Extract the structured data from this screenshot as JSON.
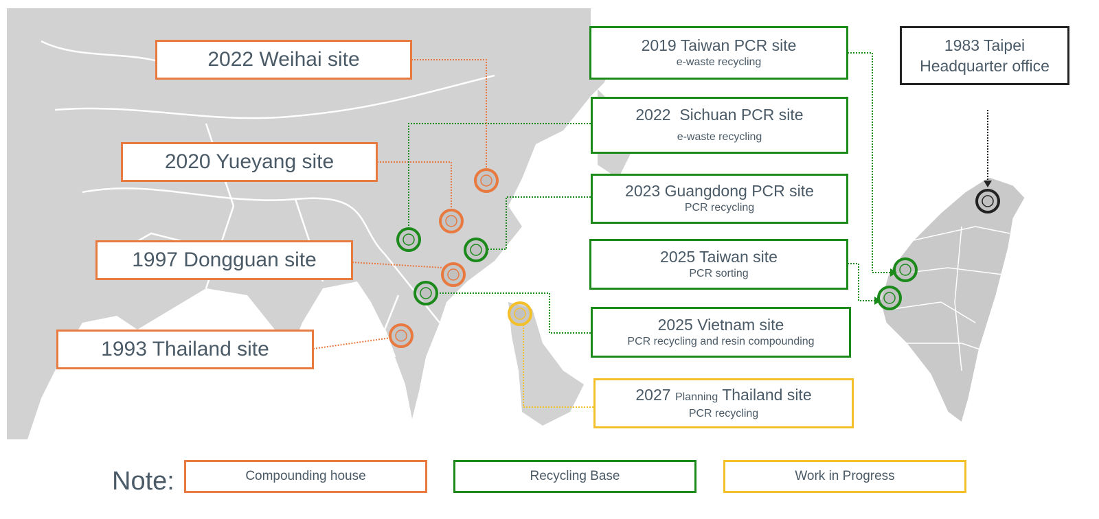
{
  "colors": {
    "compounding": "#e8793f",
    "recycling": "#1b8a1b",
    "wip": "#f4c02a",
    "hq": "#222222",
    "land": "#d2d2d2",
    "text": "#4a5a66"
  },
  "sites": {
    "weihai": {
      "title": "2022 Weihai site"
    },
    "yueyang": {
      "title": "2020 Yueyang site"
    },
    "dongguan": {
      "title": "1997 Dongguan site"
    },
    "thailand1993": {
      "title": "1993 Thailand site"
    },
    "taiwan_pcr": {
      "title": "2019 Taiwan PCR site",
      "sub": "e-waste recycling"
    },
    "sichuan": {
      "title": "2022  Sichuan PCR site",
      "sub": "e-waste recycling"
    },
    "guangdong": {
      "title": "2023 Guangdong PCR site",
      "sub": "PCR recycling"
    },
    "taiwan2025": {
      "title": "2025 Taiwan site",
      "sub": "PCR sorting"
    },
    "vietnam": {
      "title": "2025 Vietnam site",
      "sub": "PCR recycling and resin compounding"
    },
    "planning": {
      "year": "2027",
      "tag": "Planning",
      "title": "Thailand site",
      "sub": "PCR recycling"
    },
    "hq": {
      "line1": "1983 Taipei",
      "line2": "Headquarter office"
    }
  },
  "legend": {
    "note": "Note:",
    "items": [
      "Compounding house",
      "Recycling Base",
      "Work in Progress"
    ]
  }
}
